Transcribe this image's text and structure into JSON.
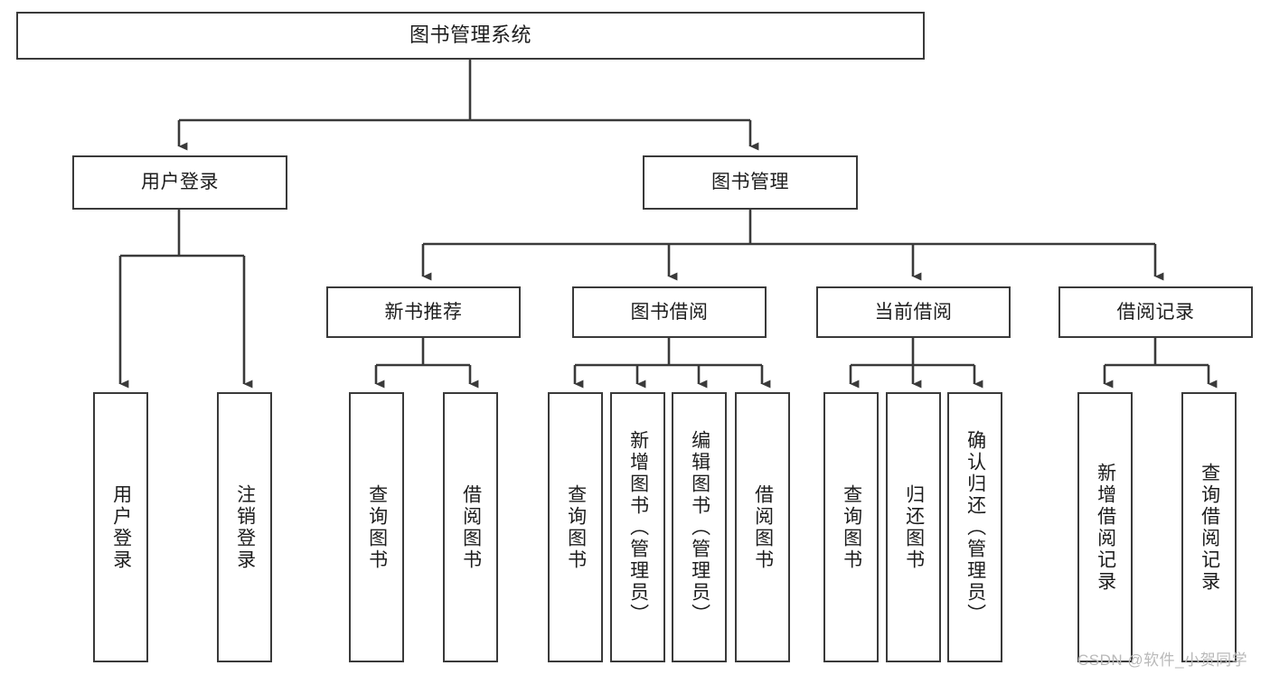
{
  "diagram": {
    "title": "图书管理系统",
    "type": "hierarchy-tree",
    "background_color": "#ffffff",
    "line_color": "#3a3a3a",
    "text_color": "#1d1d1d"
  },
  "nodes": {
    "root": {
      "label": "图书管理系统",
      "level": 0
    },
    "level1": [
      {
        "id": "user-login",
        "label": "用户登录"
      },
      {
        "id": "book-manage",
        "label": "图书管理"
      }
    ],
    "level2": [
      {
        "id": "new-book-recommend",
        "label": "新书推荐"
      },
      {
        "id": "book-borrow",
        "label": "图书借阅"
      },
      {
        "id": "current-borrow",
        "label": "当前借阅"
      },
      {
        "id": "borrow-record",
        "label": "借阅记录"
      }
    ],
    "leaves": {
      "user_login": [
        {
          "id": "leaf-user-login",
          "label": "用户登录"
        },
        {
          "id": "leaf-logout-login",
          "label": "注销登录"
        }
      ],
      "new_book_recommend": [
        {
          "id": "leaf-query-book-1",
          "label": "查询图书"
        },
        {
          "id": "leaf-borrow-book-1",
          "label": "借阅图书"
        }
      ],
      "book_borrow": [
        {
          "id": "leaf-query-book-2",
          "label": "查询图书"
        },
        {
          "id": "leaf-add-book",
          "label": "新增图书（管理员）"
        },
        {
          "id": "leaf-edit-book",
          "label": "编辑图书（管理员）"
        },
        {
          "id": "leaf-borrow-book-2",
          "label": "借阅图书"
        }
      ],
      "current_borrow": [
        {
          "id": "leaf-query-book-3",
          "label": "查询图书"
        },
        {
          "id": "leaf-return-book",
          "label": "归还图书"
        },
        {
          "id": "leaf-confirm-return",
          "label": "确认归还（管理员）"
        }
      ],
      "borrow_record": [
        {
          "id": "leaf-add-record",
          "label": "新增借阅记录"
        },
        {
          "id": "leaf-query-record",
          "label": "查询借阅记录"
        }
      ]
    }
  },
  "watermark": {
    "text": "CSDN @软件_小贺同学"
  }
}
